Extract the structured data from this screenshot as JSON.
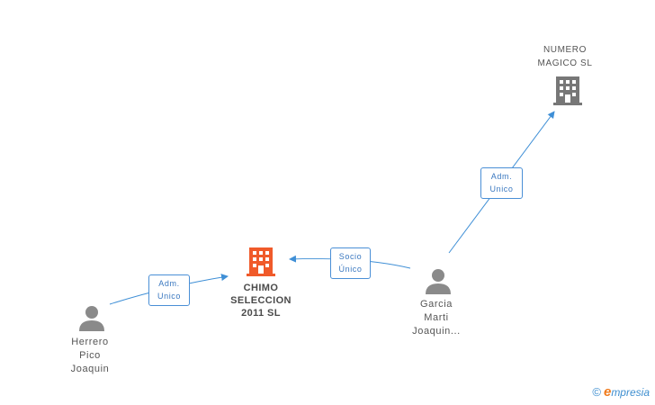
{
  "colors": {
    "edge": "#3f8fd6",
    "person_icon": "#8a8a8a",
    "company_main": "#f05a2a",
    "company_other": "#777777"
  },
  "nodes": {
    "numero_magico": {
      "label": "NUMERO\nMAGICO SL",
      "icon": "building-icon"
    },
    "chimo": {
      "label": "CHIMO\nSELECCION\n2011 SL",
      "icon": "building-icon"
    },
    "herrero": {
      "label": "Herrero\nPico\nJoaquin",
      "icon": "person-icon"
    },
    "garcia": {
      "label": "Garcia\nMarti\nJoaquin...",
      "icon": "person-icon"
    }
  },
  "edges": {
    "herrero_to_chimo": {
      "label": "Adm.\nUnico"
    },
    "garcia_to_chimo": {
      "label": "Socio\nÚnico"
    },
    "garcia_to_numero": {
      "label": "Adm.\nUnico"
    }
  },
  "brand": {
    "copyright": "©",
    "name_initial": "e",
    "name_rest": "mpresia"
  }
}
